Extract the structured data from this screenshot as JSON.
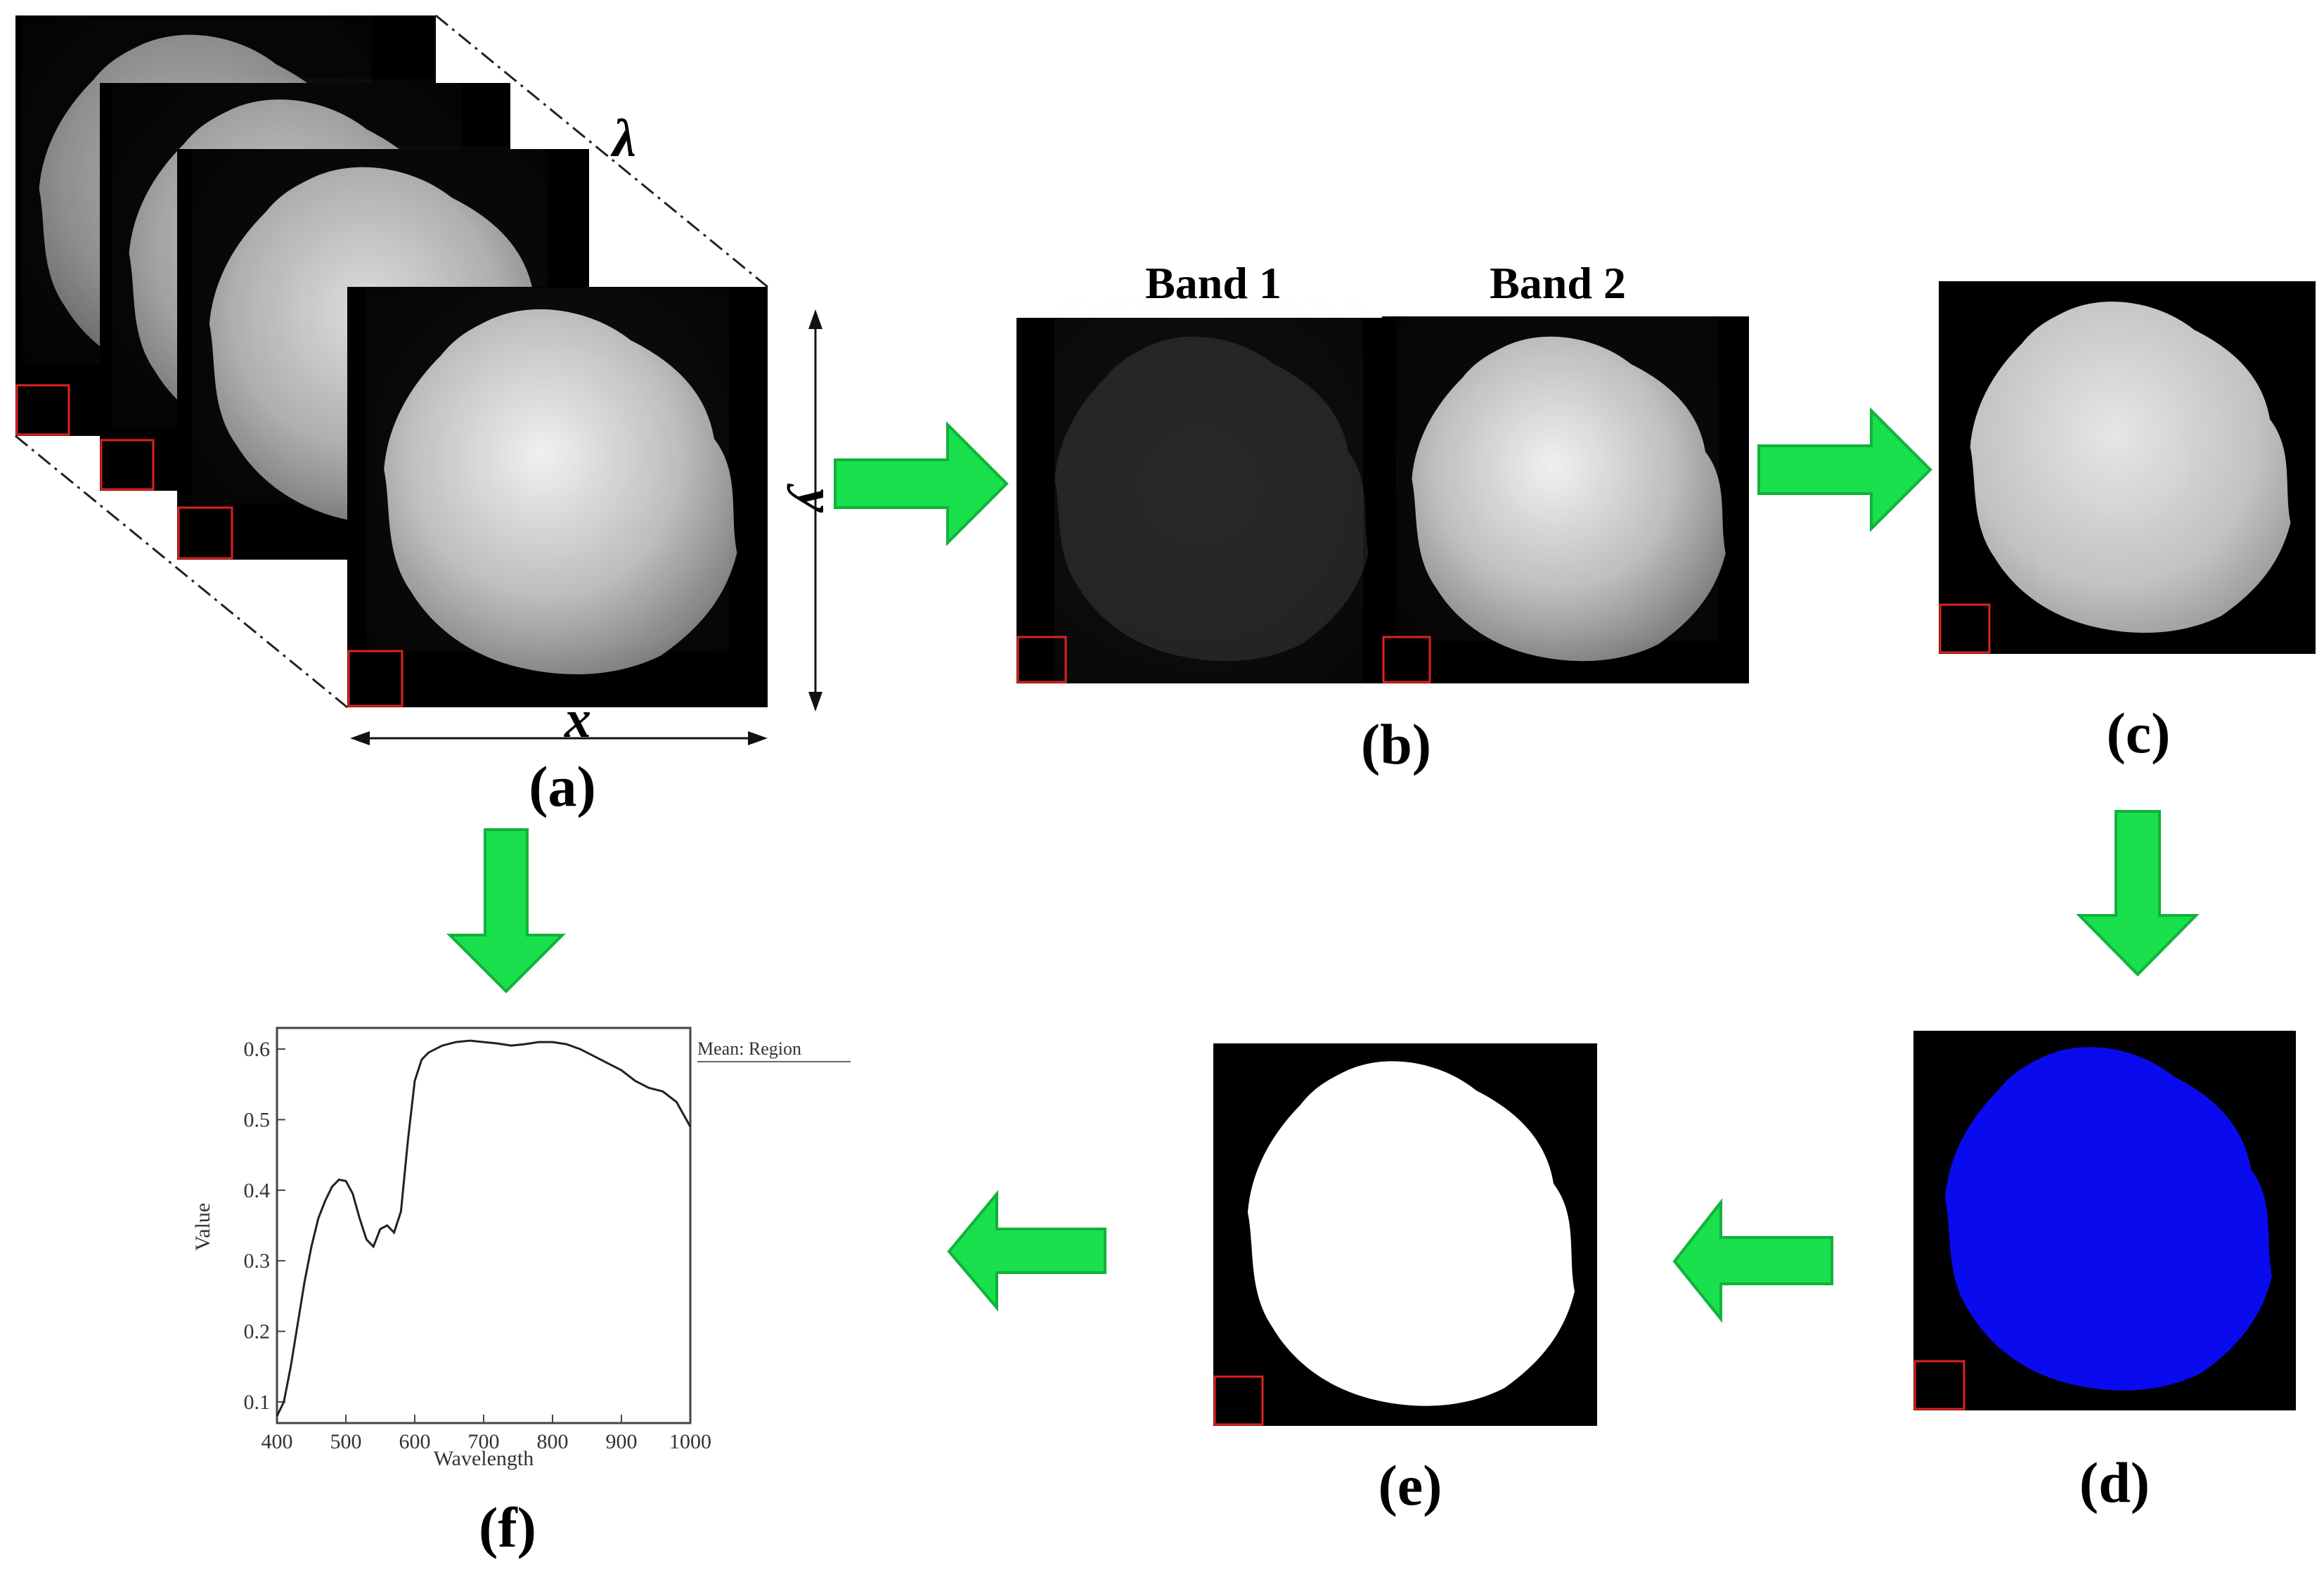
{
  "labels": {
    "a": "(a)",
    "b": "(b)",
    "c": "(c)",
    "d": "(d)",
    "e": "(e)",
    "f": "(f)",
    "band1": "Band 1",
    "band2": "Band 2",
    "axis_x": "x",
    "axis_y": "y",
    "axis_lambda": "λ"
  },
  "colors": {
    "arrow": "#19e04c",
    "arrow_edge": "#0fb23a",
    "roi_box": "#e02020",
    "mask_fill": "#0a0aee",
    "image_bg": "#000000"
  },
  "chart_data": {
    "type": "line",
    "xlabel": "Wavelength",
    "ylabel": "Value",
    "legend": "Mean: Region",
    "legend_position": "top-right",
    "xlim": [
      400,
      1000
    ],
    "ylim": [
      0.07,
      0.63
    ],
    "xticks": [
      400,
      500,
      600,
      700,
      800,
      900,
      1000
    ],
    "yticks": [
      0.1,
      0.2,
      0.3,
      0.4,
      0.5,
      0.6
    ],
    "grid": false,
    "series": [
      {
        "name": "Mean: Region",
        "x": [
          400,
          410,
          420,
          430,
          440,
          450,
          460,
          470,
          480,
          490,
          500,
          510,
          520,
          530,
          540,
          550,
          560,
          570,
          580,
          590,
          600,
          610,
          620,
          640,
          660,
          680,
          700,
          720,
          740,
          760,
          780,
          800,
          820,
          840,
          860,
          880,
          900,
          920,
          940,
          960,
          980,
          1000
        ],
        "y": [
          0.08,
          0.1,
          0.15,
          0.21,
          0.27,
          0.32,
          0.36,
          0.385,
          0.405,
          0.415,
          0.413,
          0.395,
          0.36,
          0.33,
          0.32,
          0.345,
          0.35,
          0.34,
          0.37,
          0.47,
          0.555,
          0.585,
          0.595,
          0.605,
          0.61,
          0.612,
          0.61,
          0.608,
          0.605,
          0.607,
          0.61,
          0.61,
          0.607,
          0.6,
          0.59,
          0.58,
          0.57,
          0.555,
          0.545,
          0.54,
          0.525,
          0.49
        ]
      }
    ]
  }
}
